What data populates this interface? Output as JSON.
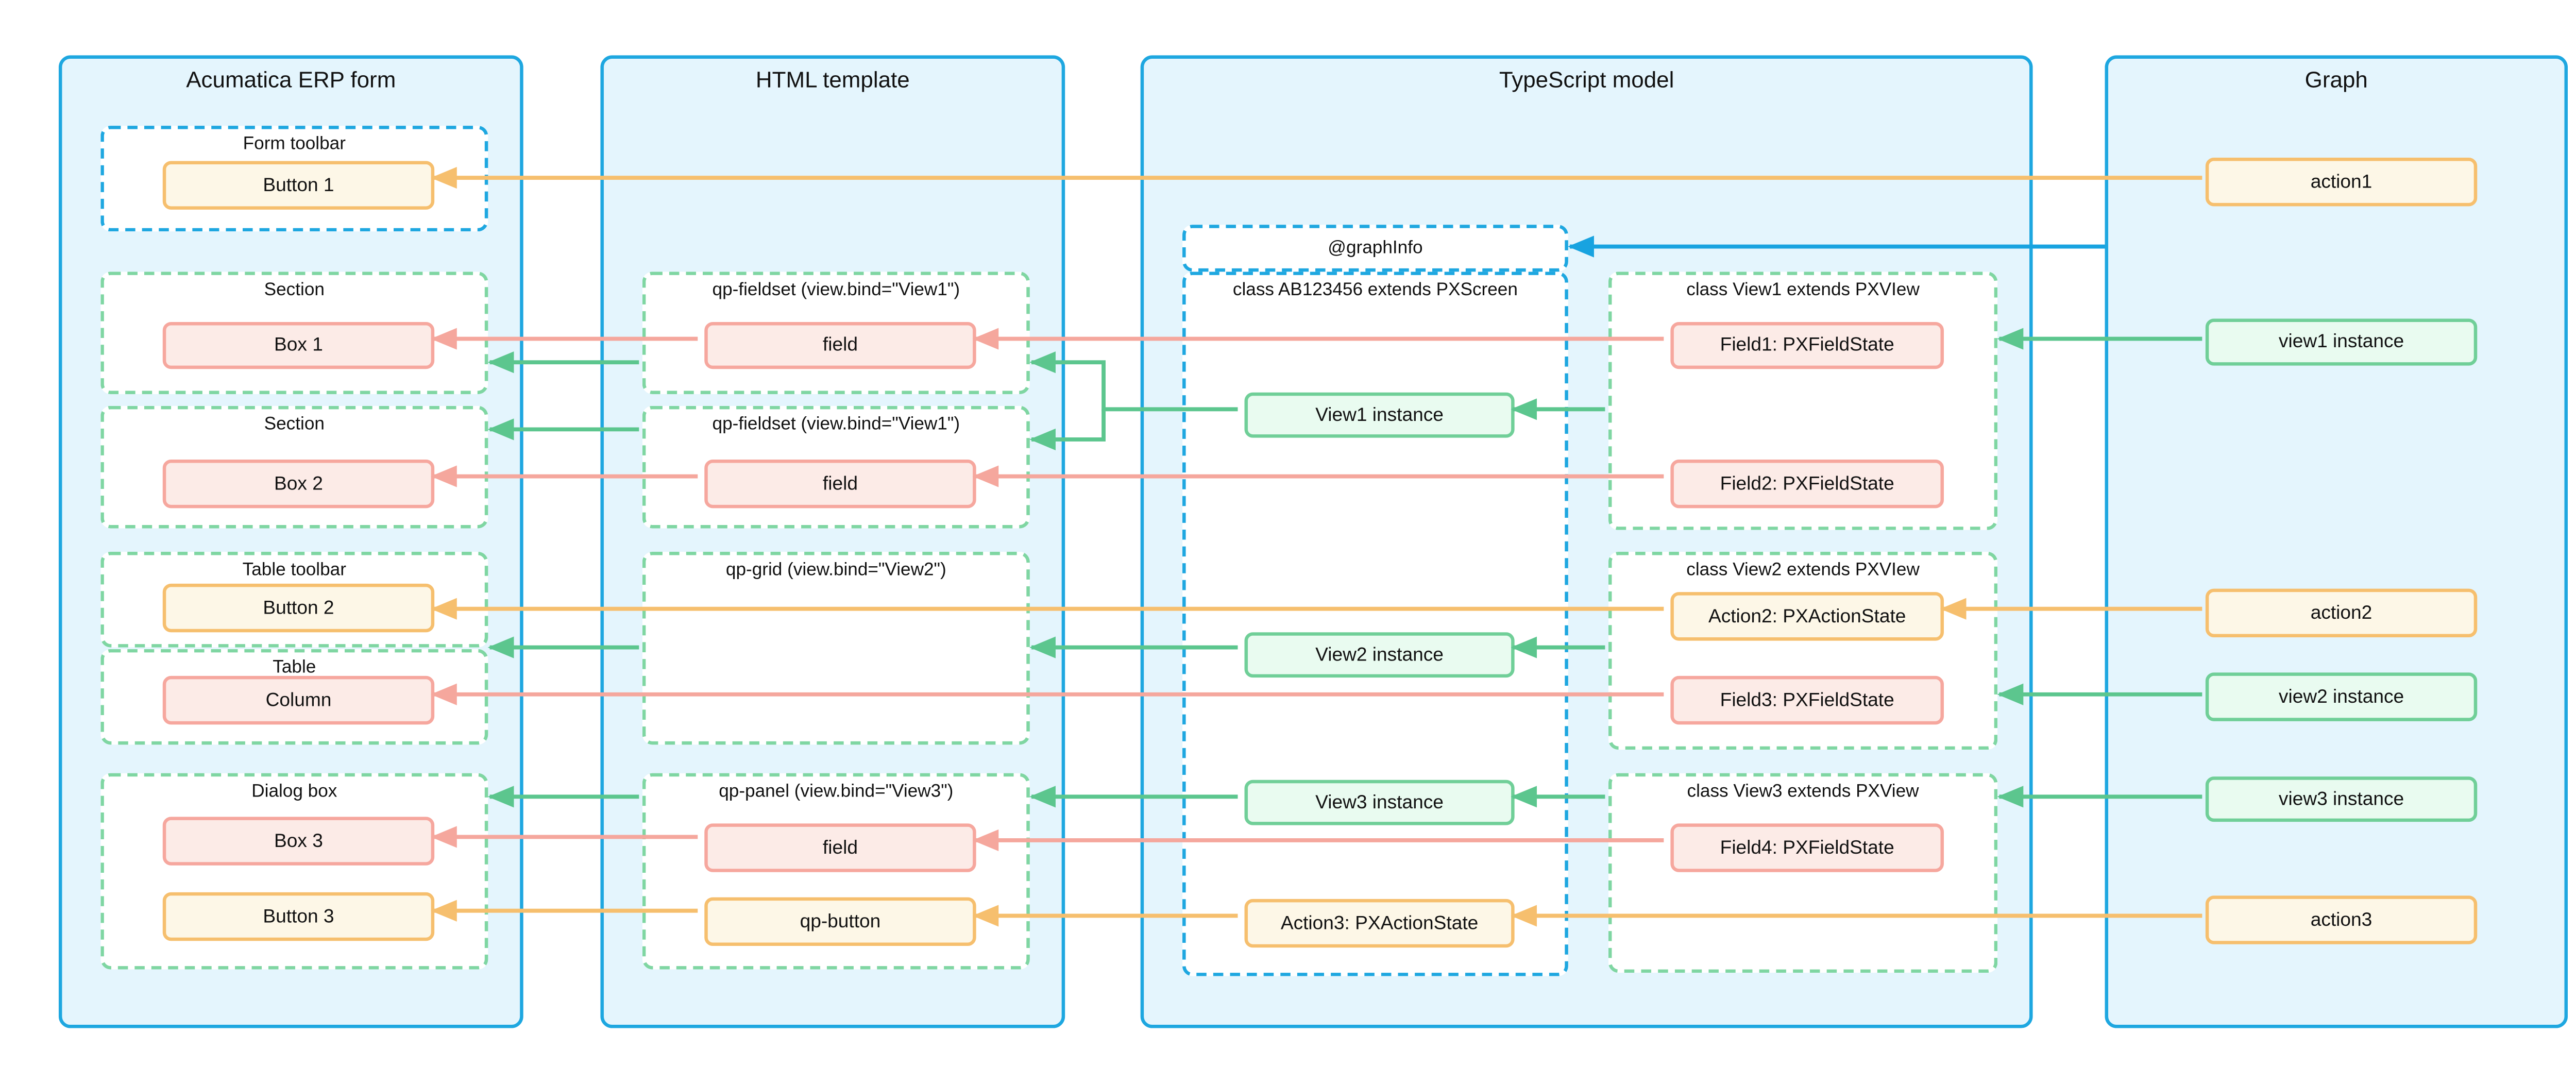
{
  "colors": {
    "panel_fill": "#e4f5fd",
    "panel_border_blue": "#1ea7e0",
    "dashed_green": "#7fd6a2",
    "arrow_green": "#5cc68e",
    "arrow_pink": "#f5a79d",
    "arrow_orange": "#f6bf6e",
    "arrow_blue": "#18a3e0",
    "node_yellow_fill": "#fdf7e7",
    "node_pink_fill": "#fcebe7",
    "node_green_fill": "#e9fbf0"
  },
  "panels": {
    "erp": {
      "title": "Acumatica ERP form"
    },
    "html": {
      "title": "HTML template"
    },
    "ts": {
      "title": "TypeScript model"
    },
    "graph": {
      "title": "Graph"
    }
  },
  "erp": {
    "form_toolbar": {
      "label": "Form toolbar",
      "button1": "Button 1"
    },
    "section1": {
      "label": "Section",
      "box1": "Box 1"
    },
    "section2": {
      "label": "Section",
      "box2": "Box 2"
    },
    "table_toolbar": {
      "label": "Table toolbar",
      "button2": "Button 2"
    },
    "table": {
      "label": "Table",
      "column": "Column"
    },
    "dialog": {
      "label": "Dialog box",
      "box3": "Box 3",
      "button3": "Button 3"
    }
  },
  "html": {
    "qp_fieldset1": {
      "label": "qp-fieldset (view.bind=\"View1\")",
      "field": "field"
    },
    "qp_fieldset2": {
      "label": "qp-fieldset (view.bind=\"View1\")",
      "field": "field"
    },
    "qp_grid": {
      "label": "qp-grid (view.bind=\"View2\")"
    },
    "qp_panel": {
      "label": "qp-panel (view.bind=\"View3\")",
      "field": "field",
      "qp_button": "qp-button"
    }
  },
  "ts": {
    "graphinfo": {
      "label": "@graphInfo"
    },
    "pxscreen": {
      "label": "class AB123456 extends PXScreen",
      "view1_instance": "View1 instance",
      "view2_instance": "View2 instance",
      "view3_instance": "View3 instance",
      "action3": "Action3: PXActionState"
    },
    "class_view1": {
      "label": "class View1 extends PXVIew",
      "field1": "Field1: PXFieldState",
      "field2": "Field2: PXFieldState"
    },
    "class_view2": {
      "label": "class View2 extends PXVIew",
      "action2": "Action2: PXActionState",
      "field3": "Field3: PXFieldState"
    },
    "class_view3": {
      "label": "class View3 extends PXView",
      "field4": "Field4: PXFieldState"
    }
  },
  "graph": {
    "action1": "action1",
    "view1_instance": "view1 instance",
    "action2": "action2",
    "view2_instance": "view2 instance",
    "view3_instance": "view3 instance",
    "action3": "action3"
  },
  "edges": [
    {
      "from": "graph.action1",
      "to": "erp.button1",
      "color": "orange"
    },
    {
      "from": "graph.panel",
      "to": "ts.graphinfo",
      "color": "blue"
    },
    {
      "from": "graph.view1_instance",
      "to": "ts.class_view1",
      "color": "green"
    },
    {
      "from": "ts.field1",
      "to": "html.fieldset1_field",
      "color": "pink"
    },
    {
      "from": "html.fieldset1_field",
      "to": "erp.box1",
      "color": "pink"
    },
    {
      "from": "ts.class_view1",
      "to": "ts.view1_instance",
      "color": "green"
    },
    {
      "from": "ts.view1_instance",
      "to": "html.qp_fieldset1",
      "color": "green"
    },
    {
      "from": "ts.view1_instance",
      "to": "html.qp_fieldset2",
      "color": "green"
    },
    {
      "from": "html.qp_fieldset1",
      "to": "erp.section1",
      "color": "green"
    },
    {
      "from": "html.qp_fieldset2",
      "to": "erp.section2",
      "color": "green"
    },
    {
      "from": "ts.field2",
      "to": "html.fieldset2_field",
      "color": "pink"
    },
    {
      "from": "html.fieldset2_field",
      "to": "erp.box2",
      "color": "pink"
    },
    {
      "from": "graph.action2",
      "to": "ts.action2",
      "color": "orange"
    },
    {
      "from": "ts.action2",
      "to": "erp.button2",
      "color": "orange"
    },
    {
      "from": "graph.view2_instance",
      "to": "ts.class_view2",
      "color": "green"
    },
    {
      "from": "ts.field3",
      "to": "erp.column",
      "color": "pink"
    },
    {
      "from": "ts.class_view2",
      "to": "ts.view2_instance",
      "color": "green"
    },
    {
      "from": "ts.view2_instance",
      "to": "html.qp_grid",
      "color": "green"
    },
    {
      "from": "html.qp_grid",
      "to": "erp.table",
      "color": "green"
    },
    {
      "from": "graph.view3_instance",
      "to": "ts.class_view3",
      "color": "green"
    },
    {
      "from": "ts.class_view3",
      "to": "ts.view3_instance",
      "color": "green"
    },
    {
      "from": "ts.view3_instance",
      "to": "html.qp_panel",
      "color": "green"
    },
    {
      "from": "html.qp_panel",
      "to": "erp.dialog",
      "color": "green"
    },
    {
      "from": "ts.field4",
      "to": "html.panel_field",
      "color": "pink"
    },
    {
      "from": "html.panel_field",
      "to": "erp.box3",
      "color": "pink"
    },
    {
      "from": "ts.action3",
      "to": "html.qp_button",
      "color": "orange"
    },
    {
      "from": "html.qp_button",
      "to": "erp.button3",
      "color": "orange"
    },
    {
      "from": "graph.action3",
      "to": "ts.action3",
      "color": "orange"
    }
  ]
}
